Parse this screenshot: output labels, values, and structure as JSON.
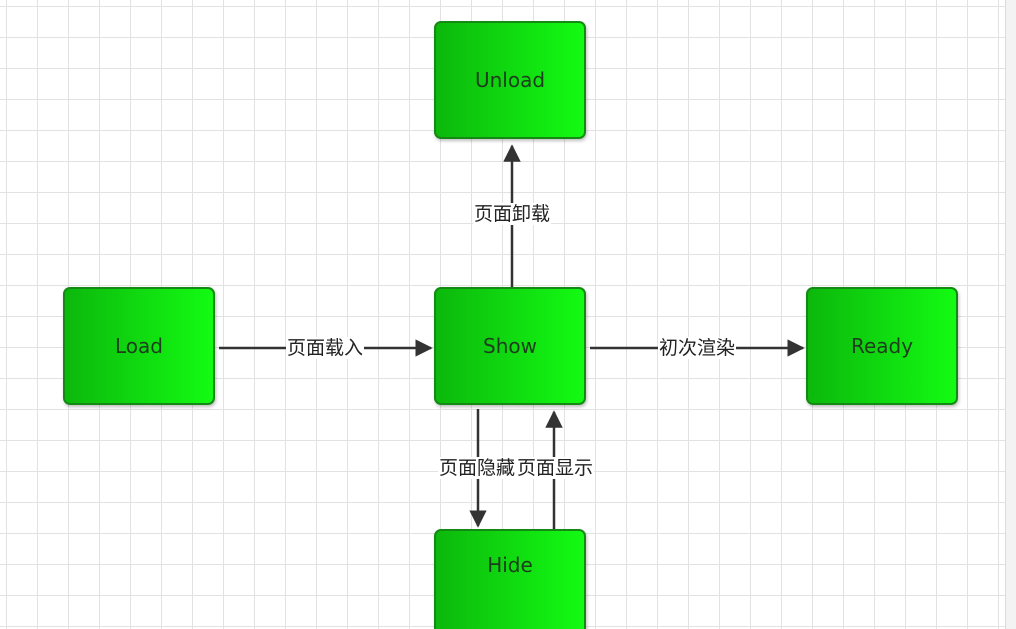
{
  "nodes": {
    "unload": "Unload",
    "load": "Load",
    "show": "Show",
    "ready": "Ready",
    "hide": "Hide"
  },
  "edges": {
    "show_to_unload": "页面卸载",
    "load_to_show": "页面载入",
    "show_to_ready": "初次渲染",
    "show_to_hide": "页面隐藏",
    "hide_to_show": "页面显示"
  },
  "colors": {
    "node_fill_start": "#0cb80c",
    "node_fill_end": "#13fb13",
    "node_border": "#148a14",
    "arrow": "#333333",
    "grid": "#e2e2e2"
  }
}
